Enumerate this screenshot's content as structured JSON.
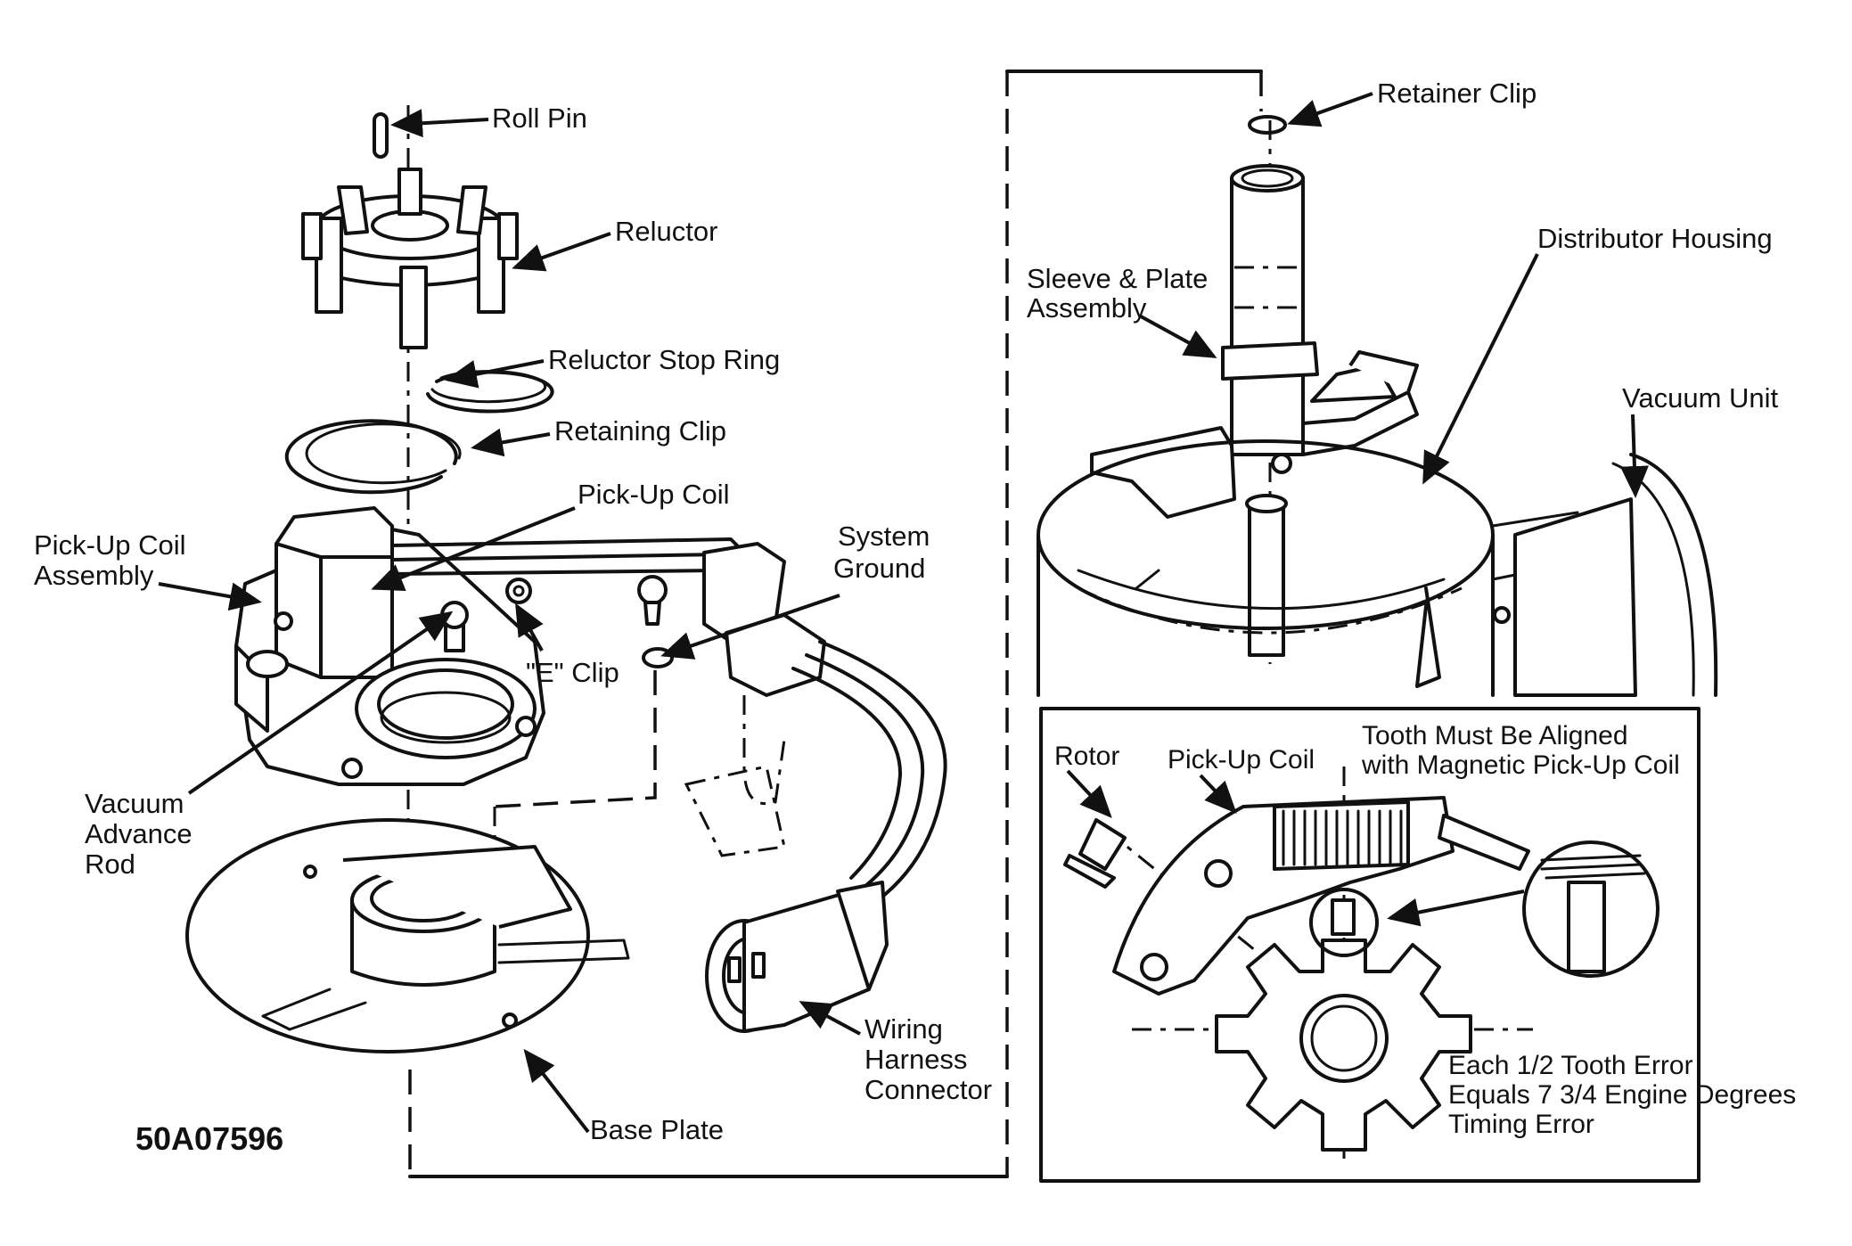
{
  "labels": {
    "roll_pin": "Roll Pin",
    "reluctor": "Reluctor",
    "reluctor_stop_ring": "Reluctor Stop Ring",
    "retaining_clip": "Retaining Clip",
    "pick_up_coil": "Pick-Up Coil",
    "pick_up_coil_assembly_1": "Pick-Up Coil",
    "pick_up_coil_assembly_2": "Assembly",
    "e_clip": "\"E\" Clip",
    "system_ground_1": "System",
    "system_ground_2": "Ground",
    "vacuum_advance_rod_1": "Vacuum",
    "vacuum_advance_rod_2": "Advance",
    "vacuum_advance_rod_3": "Rod",
    "wiring_harness_connector_1": "Wiring",
    "wiring_harness_connector_2": "Harness",
    "wiring_harness_connector_3": "Connector",
    "base_plate": "Base Plate",
    "figure_code": "50A07596",
    "retainer_clip": "Retainer Clip",
    "sleeve_plate_assembly_1": "Sleeve & Plate",
    "sleeve_plate_assembly_2": "Assembly",
    "distributor_housing": "Distributor Housing",
    "vacuum_unit": "Vacuum Unit",
    "rotor": "Rotor",
    "inset_pick_up_coil": "Pick-Up Coil",
    "tooth_note_1": "Tooth Must Be Aligned",
    "tooth_note_2": "with Magnetic Pick-Up Coil",
    "error_note_1": "Each 1/2 Tooth Error",
    "error_note_2": "Equals 7 3/4 Engine Degrees",
    "error_note_3": "Timing Error"
  },
  "icons": [
    "arrow-icon"
  ],
  "colors": {
    "ink": "#111111",
    "paper": "#ffffff"
  }
}
